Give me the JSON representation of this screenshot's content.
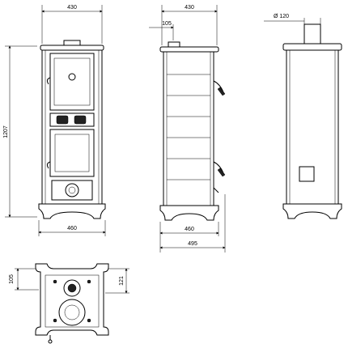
{
  "dimensions": {
    "front_width": "430",
    "front_base_width": "460",
    "front_height": "1207",
    "side_width": "430",
    "side_flue_offset": "105",
    "side_base_width": "460",
    "side_total_depth": "495",
    "back_flue_diameter": "Ø 120",
    "top_left_offset": "105",
    "top_right_offset": "121"
  }
}
